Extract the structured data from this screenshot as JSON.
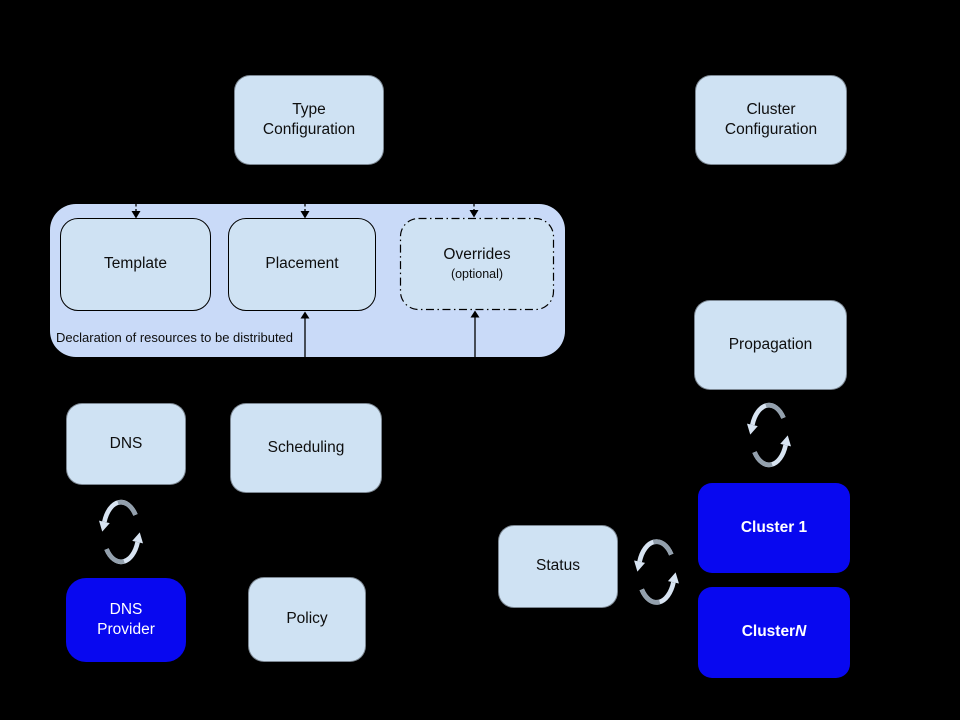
{
  "diagram": {
    "background": "#000000",
    "palette": {
      "light_box_fill": "#cfe2f3",
      "container_fill": "#c9daf8",
      "blue_box_fill": "#0808f0",
      "box_border": "#000000",
      "blue_box_text": "#ffffff",
      "sync_arrow_light": "#d8e4f2",
      "sync_arrow_shadow": "#93a0ad"
    },
    "nodes": {
      "type_configuration": {
        "label": "Type\nConfiguration"
      },
      "cluster_configuration": {
        "label": "Cluster\nConfiguration"
      },
      "template": {
        "label": "Template"
      },
      "placement": {
        "label": "Placement"
      },
      "overrides": {
        "label": "Overrides",
        "sublabel": "(optional)"
      },
      "declaration_container": {
        "caption": "Declaration of resources to be distributed"
      },
      "propagation": {
        "label": "Propagation"
      },
      "dns": {
        "label": "DNS"
      },
      "scheduling": {
        "label": "Scheduling"
      },
      "dns_provider": {
        "label": "DNS\nProvider"
      },
      "policy": {
        "label": "Policy"
      },
      "status": {
        "label": "Status"
      },
      "cluster_1": {
        "label": "Cluster 1"
      },
      "cluster_n": {
        "prefix": "Cluster ",
        "suffix": "N"
      }
    },
    "icons": {
      "dns_sync": "sync-cycle-icon",
      "propagation_sync": "sync-cycle-icon",
      "status_sync": "sync-cycle-icon"
    },
    "connections": [
      "dashed arrow into top of Template",
      "dashed arrow into top of Placement",
      "dashed arrow into top of Overrides",
      "solid arrow into bottom of Placement",
      "solid arrow into bottom of Overrides",
      "sync cycle between DNS and DNS Provider",
      "sync cycle between Propagation and Cluster 1",
      "sync cycle between Status and Clusters"
    ]
  }
}
